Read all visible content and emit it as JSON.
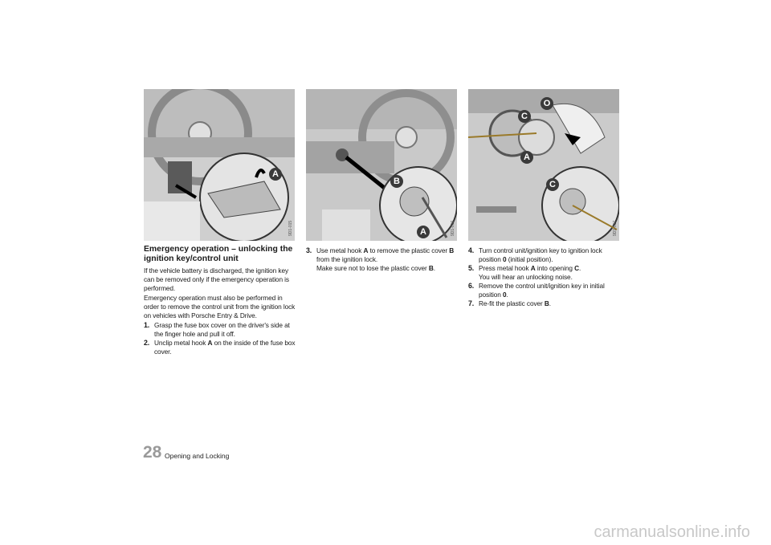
{
  "figures": [
    {
      "code": "9D1-015",
      "callouts": [
        "A"
      ]
    },
    {
      "code": "9D1-016",
      "callouts": [
        "B",
        "A"
      ]
    },
    {
      "code": "9D1-017",
      "callouts": [
        "O",
        "C",
        "A",
        "C"
      ]
    }
  ],
  "col1": {
    "heading": "Emergency operation – unlocking the ignition key/control unit",
    "para1": "If the vehicle battery is discharged, the ignition key can be removed only if the emergency operation is performed.",
    "para2": "Emergency operation must also be performed in order to remove the control unit from the ignition lock on vehicles with Porsche Entry & Drive.",
    "step1_num": "1.",
    "step1_text": "Grasp the fuse box cover on the driver's side at the finger hole and pull it off.",
    "step2_num": "2.",
    "step2_pre": "Unclip metal hook ",
    "step2_ref": "A",
    "step2_post": " on the inside of the fuse box cover."
  },
  "col2": {
    "step3_num": "3.",
    "step3_pre": "Use metal hook ",
    "step3_ref1": "A",
    "step3_mid": " to remove the plastic cover ",
    "step3_ref2": "B",
    "step3_post": " from the ignition lock.",
    "step3_note_pre": "Make sure not to lose the plastic cover ",
    "step3_note_ref": "B",
    "step3_note_post": "."
  },
  "col3": {
    "step4_num": "4.",
    "step4_pre": "Turn control unit/ignition key to ignition lock position ",
    "step4_ref": "0",
    "step4_post": " (initial position).",
    "step5_num": "5.",
    "step5_pre": "Press metal hook ",
    "step5_ref1": "A",
    "step5_mid": " into opening ",
    "step5_ref2": "C",
    "step5_post": ".",
    "step5_note": "You will hear an unlocking noise.",
    "step6_num": "6.",
    "step6_pre": "Remove the control unit/ignition key in initial position ",
    "step6_ref": "0",
    "step6_post": ".",
    "step7_num": "7.",
    "step7_pre": "Re-fit the plastic cover ",
    "step7_ref": "B",
    "step7_post": "."
  },
  "footer": {
    "page_number": "28",
    "section": "Opening and Locking"
  },
  "watermark": "carmanualsonline.info"
}
